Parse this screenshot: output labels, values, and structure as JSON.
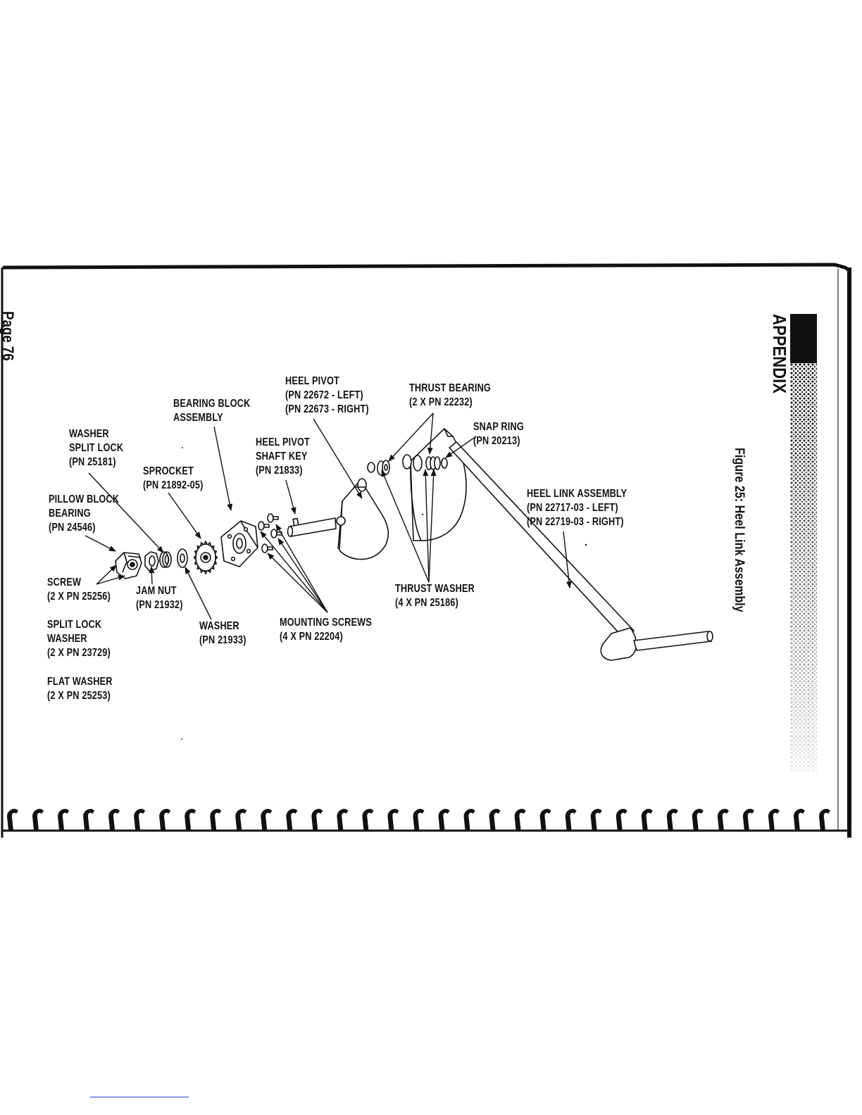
{
  "page": {
    "page_label": "Page 76",
    "section_title": "APPENDIX",
    "figure_caption": "Figure 25: Heel Link Assembly"
  },
  "colors": {
    "ink": "#111111",
    "paper": "#ffffff",
    "link_underline": "#1f3fd0"
  },
  "parts": {
    "heel_pivot": [
      "HEEL PIVOT",
      "(PN 22672 - LEFT)",
      "(PN 22673 - RIGHT)"
    ],
    "thrust_bearing": [
      "THRUST BEARING",
      "(2 X PN 22232)"
    ],
    "bearing_block": [
      "BEARING BLOCK",
      "ASSEMBLY"
    ],
    "snap_ring": [
      "SNAP RING",
      "(PN 20213)"
    ],
    "washer_split_lock": [
      "WASHER",
      "SPLIT LOCK",
      "(PN 25181)"
    ],
    "heel_pivot_shaft_key": [
      "HEEL PIVOT",
      "SHAFT KEY",
      "(PN 21833)"
    ],
    "sprocket": [
      "SPROCKET",
      "(PN 21892-05)"
    ],
    "pillow_block": [
      "PILLOW BLOCK",
      "BEARING",
      "(PN 24546)"
    ],
    "heel_link": [
      "HEEL LINK ASSEMBLY",
      "(PN 22717-03 - LEFT)",
      "(PN 22719-03 - RIGHT)"
    ],
    "screw": [
      "SCREW",
      "(2 X PN 25256)"
    ],
    "jam_nut": [
      "JAM NUT",
      "(PN 21932)"
    ],
    "thrust_washer": [
      "THRUST WASHER",
      "(4 X PN 25186)"
    ],
    "split_lock_washer": [
      "SPLIT LOCK",
      "WASHER",
      "(2 X PN 23729)"
    ],
    "washer": [
      "WASHER",
      "(PN 21933)"
    ],
    "mounting_screws": [
      "MOUNTING SCREWS",
      "(4 X PN 22204)"
    ],
    "flat_washer": [
      "FLAT WASHER",
      "(2 X PN 25253)"
    ]
  }
}
